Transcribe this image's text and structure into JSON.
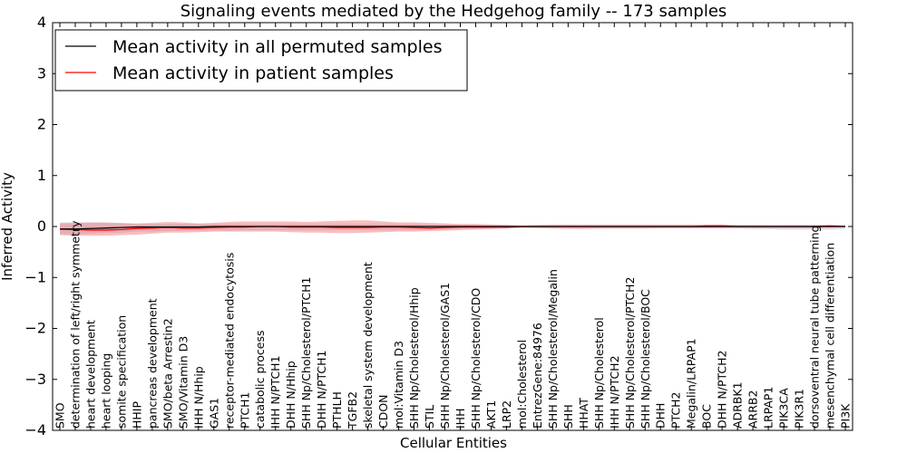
{
  "chart_data": {
    "type": "line",
    "title": "Signaling events mediated by the Hedgehog family -- 173 samples",
    "xlabel": "Cellular Entities",
    "ylabel": "Inferred Activity",
    "ylim": [
      -4,
      4
    ],
    "yticks": [
      -4,
      -3,
      -2,
      -1,
      0,
      1,
      2,
      3,
      4
    ],
    "ytick_labels": [
      "−4",
      "−3",
      "−2",
      "−1",
      "0",
      "1",
      "2",
      "3",
      "4"
    ],
    "grid": false,
    "legend_position": "top-left",
    "colors": {
      "permuted": "#000000",
      "patient": "#ff0000",
      "patient_band": "#f08080",
      "permuted_band": "#b0b0c8"
    },
    "categories": [
      "SMO",
      "determination of left/right symmetry",
      "heart development",
      "heart looping",
      "somite specification",
      "HHIP",
      "pancreas development",
      "SMO/beta Arrestin2",
      "SMO/Vitamin D3",
      "IHH N/Hhip",
      "GAS1",
      "receptor-mediated endocytosis",
      "PTCH1",
      "catabolic process",
      "IHH N/PTCH1",
      "DHH N/Hhip",
      "SHH Np/Cholesterol/PTCH1",
      "DHH N/PTCH1",
      "PTHLH",
      "TGFB2",
      "skeletal system development",
      "CDON",
      "mol:Vitamin D3",
      "SHH Np/Cholesterol/Hhip",
      "STIL",
      "SHH Np/Cholesterol/GAS1",
      "IHH",
      "SHH Np/Cholesterol/CDO",
      "AKT1",
      "LRP2",
      "mol:Cholesterol",
      "EntrezGene:84976",
      "SHH Np/Cholesterol/Megalin",
      "SHH",
      "HHAT",
      "SHH Np/Cholesterol",
      "IHH N/PTCH2",
      "SHH Np/Cholesterol/PTCH2",
      "SHH Np/Cholesterol/BOC",
      "DHH",
      "PTCH2",
      "Megalin/LRPAP1",
      "BOC",
      "DHH N/PTCH2",
      "ADRBK1",
      "ARRB2",
      "LRPAP1",
      "PIK3CA",
      "PIK3R1",
      "dorsoventral neural tube patterning",
      "mesenchymal cell differentiation",
      "PI3K"
    ],
    "series": [
      {
        "name": "Mean activity in all permuted samples",
        "color": "#000000",
        "values": [
          -0.05,
          -0.05,
          -0.04,
          -0.03,
          -0.02,
          -0.01,
          -0.01,
          -0.01,
          -0.01,
          -0.01,
          0.0,
          0.0,
          0.0,
          0.0,
          0.0,
          0.0,
          0.0,
          0.0,
          0.0,
          0.0,
          0.0,
          0.0,
          0.0,
          0.0,
          0.0,
          0.0,
          0.0,
          0.0,
          0.0,
          0.0,
          0.0,
          0.0,
          0.0,
          0.0,
          0.0,
          0.0,
          0.0,
          0.0,
          0.0,
          0.0,
          0.0,
          0.0,
          0.0,
          0.0,
          0.0,
          0.0,
          0.0,
          0.0,
          0.0,
          0.0,
          0.0,
          0.0
        ],
        "lower": [
          -0.15,
          -0.15,
          -0.14,
          -0.13,
          -0.12,
          -0.1,
          -0.1,
          -0.09,
          -0.08,
          -0.08,
          -0.08,
          -0.08,
          -0.07,
          -0.07,
          -0.07,
          -0.07,
          -0.07,
          -0.07,
          -0.07,
          -0.07,
          -0.07,
          -0.07,
          -0.07,
          -0.07,
          -0.06,
          -0.06,
          -0.05,
          -0.05,
          -0.05,
          -0.04,
          -0.03,
          -0.03,
          -0.03,
          -0.03,
          -0.04,
          -0.04,
          -0.04,
          -0.04,
          -0.04,
          -0.04,
          -0.04,
          -0.04,
          -0.04,
          -0.04,
          -0.04,
          -0.05,
          -0.05,
          -0.06,
          -0.06,
          -0.06,
          -0.06,
          -0.05
        ],
        "upper": [
          0.08,
          0.08,
          0.08,
          0.07,
          0.06,
          0.05,
          0.05,
          0.05,
          0.05,
          0.05,
          0.05,
          0.05,
          0.05,
          0.05,
          0.05,
          0.05,
          0.05,
          0.05,
          0.05,
          0.05,
          0.05,
          0.05,
          0.05,
          0.05,
          0.04,
          0.04,
          0.04,
          0.04,
          0.03,
          0.03,
          0.02,
          0.02,
          0.02,
          0.02,
          0.02,
          0.02,
          0.02,
          0.02,
          0.02,
          0.02,
          0.02,
          0.02,
          0.02,
          0.02,
          0.02,
          0.02,
          0.02,
          0.02,
          0.02,
          0.02,
          0.02,
          0.02
        ]
      },
      {
        "name": "Mean activity in patient samples",
        "color": "#ff0000",
        "values": [
          -0.05,
          -0.06,
          -0.07,
          -0.07,
          -0.06,
          -0.04,
          -0.03,
          -0.02,
          -0.03,
          -0.03,
          -0.02,
          -0.01,
          -0.01,
          0.0,
          0.0,
          -0.01,
          -0.01,
          -0.01,
          -0.02,
          -0.02,
          -0.02,
          -0.01,
          -0.01,
          -0.02,
          -0.03,
          -0.02,
          -0.01,
          -0.01,
          -0.01,
          -0.01,
          0.0,
          0.0,
          0.0,
          0.0,
          0.0,
          0.0,
          0.0,
          0.0,
          0.0,
          0.0,
          0.0,
          0.0,
          0.01,
          0.01,
          0.0,
          0.0,
          0.0,
          0.0,
          0.0,
          0.0,
          0.01,
          0.0
        ],
        "lower": [
          -0.17,
          -0.18,
          -0.18,
          -0.18,
          -0.17,
          -0.16,
          -0.14,
          -0.12,
          -0.12,
          -0.11,
          -0.1,
          -0.1,
          -0.1,
          -0.1,
          -0.1,
          -0.11,
          -0.12,
          -0.12,
          -0.13,
          -0.13,
          -0.12,
          -0.11,
          -0.1,
          -0.1,
          -0.09,
          -0.08,
          -0.07,
          -0.06,
          -0.05,
          -0.04,
          -0.02,
          -0.03,
          -0.04,
          -0.05,
          -0.05,
          -0.04,
          -0.04,
          -0.04,
          -0.04,
          -0.03,
          -0.03,
          -0.03,
          -0.03,
          -0.03,
          -0.03,
          -0.03,
          -0.03,
          -0.03,
          -0.03,
          -0.03,
          -0.02,
          -0.01
        ],
        "upper": [
          0.06,
          0.07,
          0.08,
          0.08,
          0.07,
          0.06,
          0.07,
          0.09,
          0.08,
          0.06,
          0.07,
          0.09,
          0.1,
          0.1,
          0.1,
          0.1,
          0.09,
          0.1,
          0.11,
          0.12,
          0.12,
          0.1,
          0.08,
          0.08,
          0.07,
          0.06,
          0.05,
          0.05,
          0.04,
          0.03,
          0.02,
          0.03,
          0.04,
          0.04,
          0.04,
          0.04,
          0.04,
          0.04,
          0.04,
          0.04,
          0.04,
          0.04,
          0.04,
          0.04,
          0.03,
          0.03,
          0.03,
          0.03,
          0.03,
          0.03,
          0.03,
          0.02
        ]
      }
    ]
  }
}
